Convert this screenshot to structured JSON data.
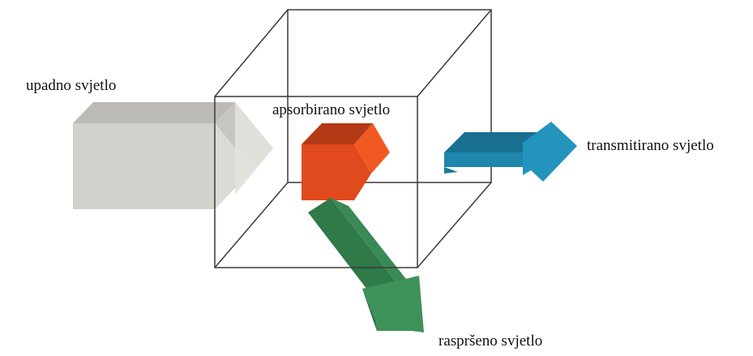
{
  "labels": {
    "incident": "upadno svjetlo",
    "absorbed": "apsorbirano svjetlo",
    "transmitted": "transmitirano svjetlo",
    "scattered": "raspršeno svjetlo"
  },
  "colors": {
    "incident_arrow": "#d3d1cc",
    "absorbed_block": "#e04a1c",
    "transmitted_arrow": "#1f87ad",
    "scattered_arrow": "#3a8a55",
    "cube_edges": "#3a3a3a"
  }
}
